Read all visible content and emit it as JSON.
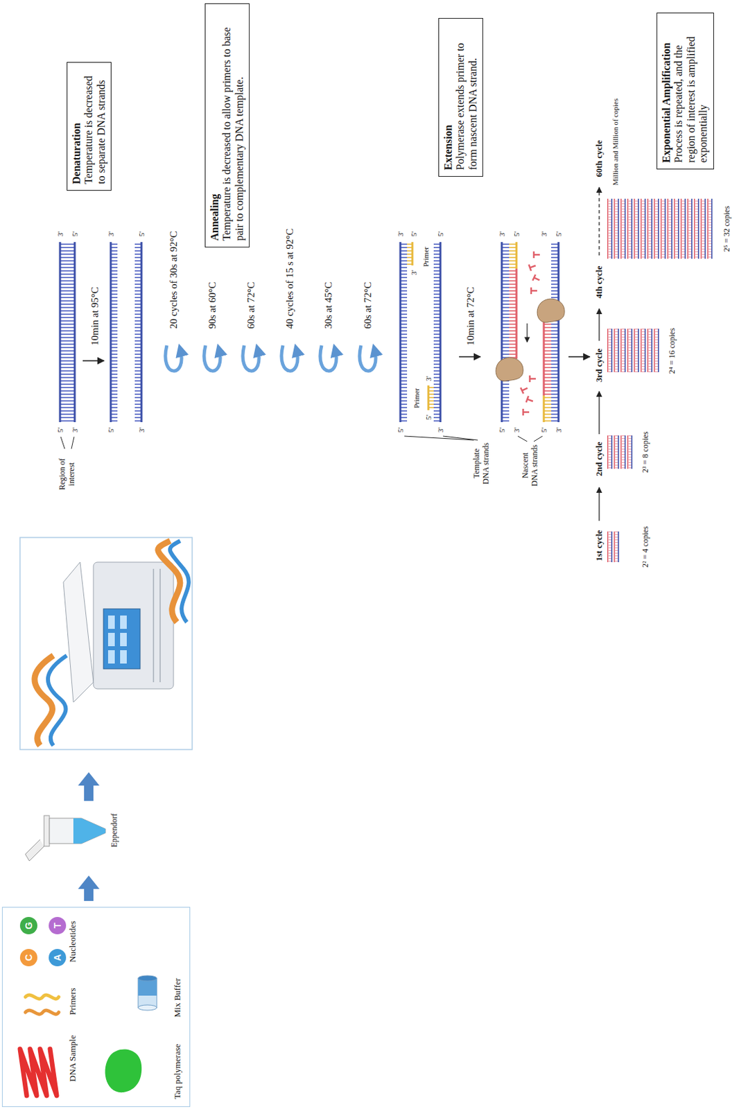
{
  "diagram": {
    "nodes": [
      {
        "text": [
          "DNA Sample",
          "Primers",
          "Nucleotides",
          "Taq polymerase",
          "Mix Buffer"
        ]
      },
      {
        "text": [
          "C"
        ],
        "in": 0
      },
      {
        "text": [
          "G"
        ],
        "in": 0
      },
      {
        "text": [
          "A"
        ],
        "in": 0
      },
      {
        "text": [
          "T"
        ],
        "in": 0
      },
      {
        "text": [
          "Denaturation",
          "Temperature is decreased to separate DNA strands"
        ]
      },
      {
        "text": [
          "Annealing",
          "Temperature is decreased to allow primers to base pair to complementary DNA template."
        ]
      },
      {
        "text": [
          "Extension",
          "Polymerase extends primer to form nascent DNA strand."
        ]
      },
      {
        "text": [
          "Exponential Amplification",
          "Process is repeated, and the region of interest is amplified exponentially"
        ]
      }
    ],
    "labels": [
      "Eppendorf",
      "Region of interest",
      "5'",
      "3'",
      "3'",
      "5'",
      "10min at 95°C",
      "5'",
      "3'",
      "3'",
      "5'",
      "20 cycles of 30s at 92°C",
      "90s at 60°C",
      "60s at 72°C",
      "40 cycles of 15 s at 92°C",
      "30s at 45°C",
      "60s at 72°C",
      "5'",
      "3'",
      "3'",
      "5'",
      "Primer",
      "3'",
      "5'",
      "5'",
      "3'",
      "Primer",
      "Template DNA strands",
      "10min at 72°C",
      "5'",
      "3'",
      "3'",
      "5'",
      "5'",
      "3'",
      "3'",
      "5'",
      "Nascent DNA strands",
      "1st cycle",
      "2nd cycle",
      "3rd cycle",
      "4th cycle",
      "60th cycle",
      "Million and Million of copies",
      "2² = 4 copies",
      "2³ = 8 copies",
      "2⁴ = 16 copies",
      "2⁵ = 32 copies"
    ]
  }
}
